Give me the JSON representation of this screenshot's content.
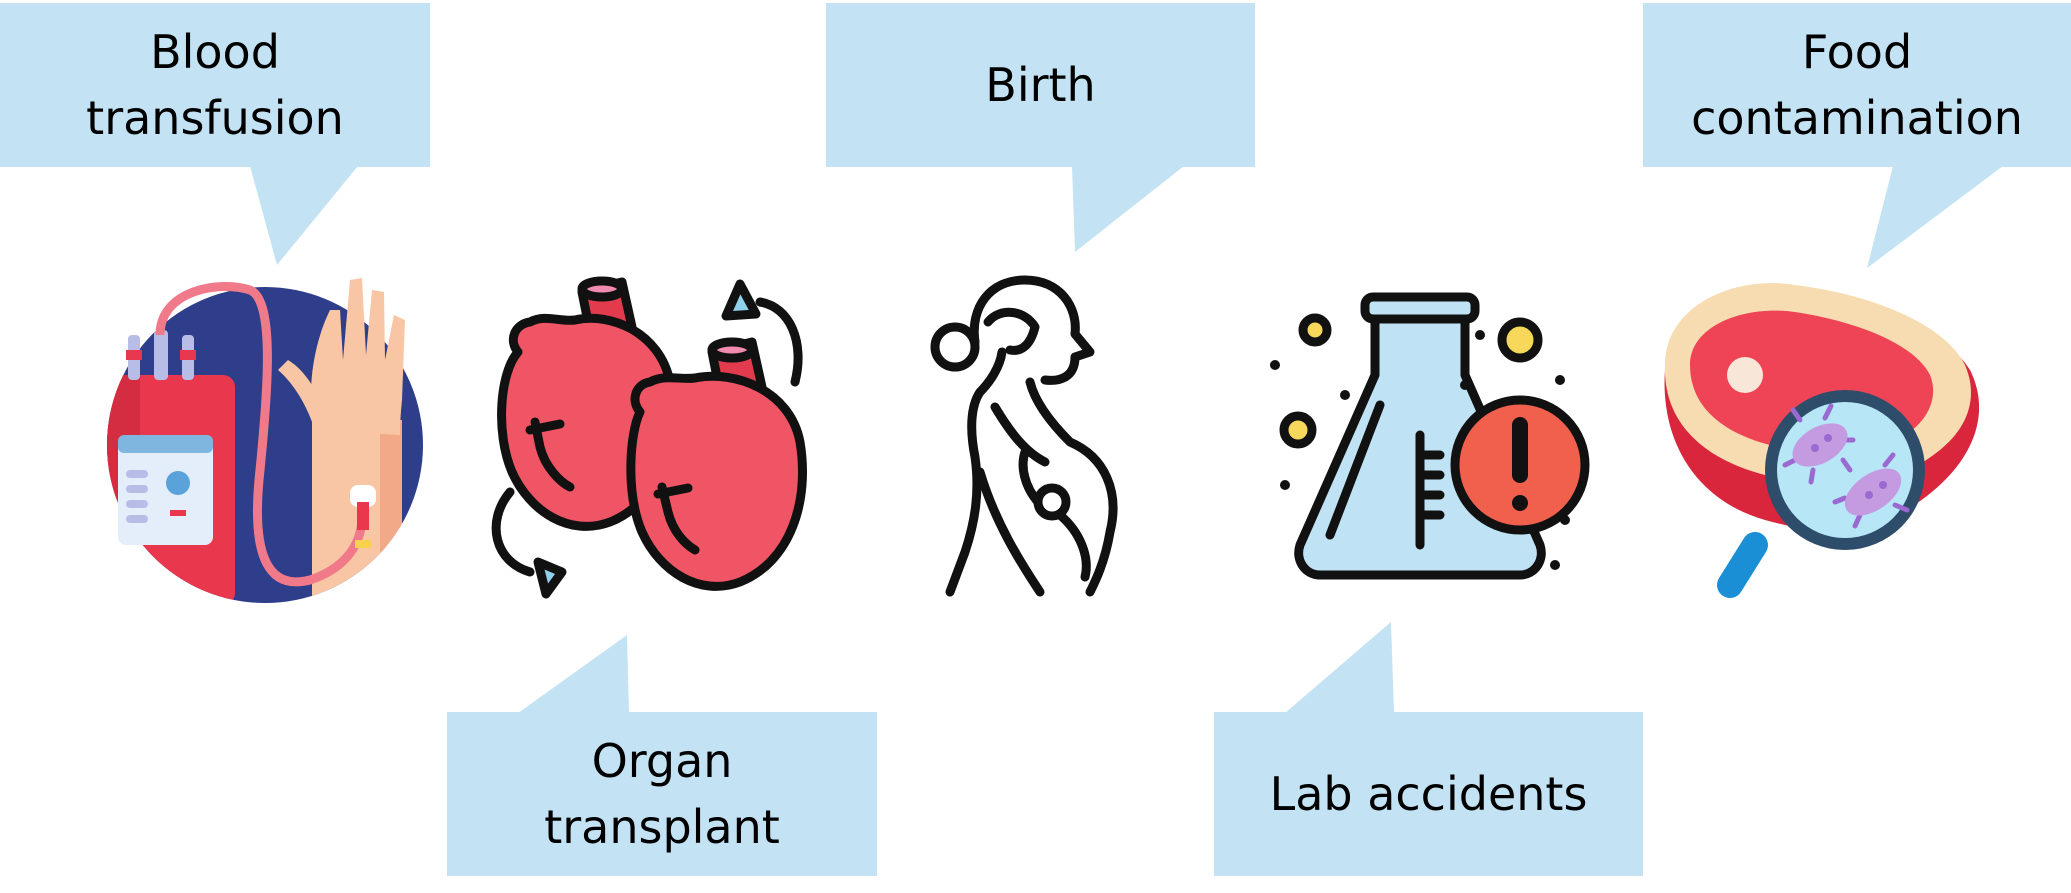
{
  "colors": {
    "callout_fill": "#c3e3f4",
    "heart_red": "#f05565",
    "heart_dark": "#e23b4e",
    "outline": "#111111",
    "flask_blue": "#bfe3f5",
    "alert_red": "#f0604d",
    "meat_red": "#ef4356",
    "fat_cream": "#f6dcb0",
    "lens_blue": "#b7e6f7",
    "germ_purple": "#c49be0",
    "bag_red": "#e9374d",
    "navy": "#2e3e8a",
    "skin": "#f8c6a4"
  },
  "transmission_routes": [
    {
      "icon": "blood-transfusion-icon",
      "label_lines": [
        "Blood",
        "transfusion"
      ]
    },
    {
      "icon": "organ-transplant-icon",
      "label_lines": [
        "Organ",
        "transplant"
      ]
    },
    {
      "icon": "pregnant-woman-icon",
      "label_lines": [
        "Birth"
      ]
    },
    {
      "icon": "lab-flask-alert-icon",
      "label_lines": [
        "Lab accidents"
      ]
    },
    {
      "icon": "contaminated-meat-icon",
      "label_lines": [
        "Food",
        "contamination"
      ]
    }
  ]
}
